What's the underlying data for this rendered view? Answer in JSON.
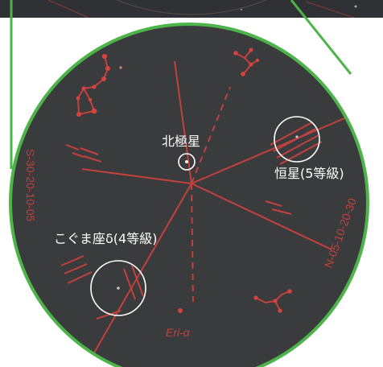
{
  "labels": {
    "polaris": "北極星",
    "star_mag5": "恒星(5等級)",
    "umi_delta": "こぐま座δ(4等級)",
    "eri_alpha": "Eri-α",
    "scale_left": "S-30-20-10-05",
    "scale_right": "N-05-10-20-30"
  },
  "colors": {
    "sky": "#3a3b3d",
    "ring": "#4cb448",
    "reticle": "#c2413c",
    "highlight": "#ffffff",
    "background": "#ffffff"
  }
}
